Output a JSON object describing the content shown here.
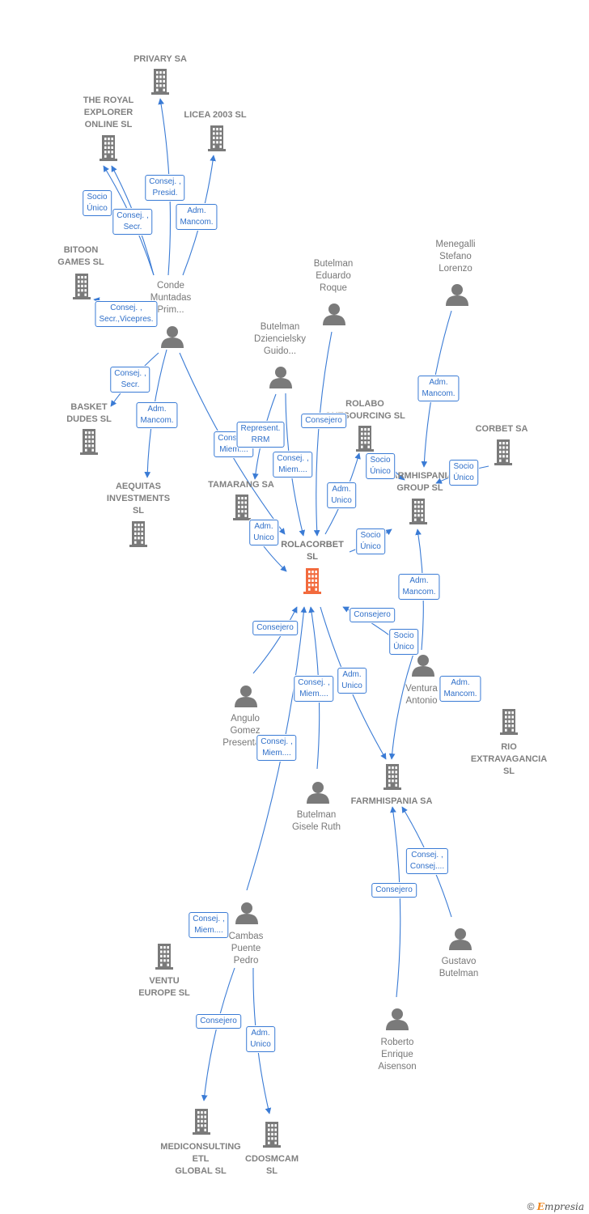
{
  "nodes": [
    {
      "id": "privary",
      "type": "company",
      "label": "PRIVARY SA"
    },
    {
      "id": "royal",
      "type": "company",
      "label": "THE ROYAL\nEXPLORER\nONLINE SL"
    },
    {
      "id": "licea",
      "type": "company",
      "label": "LICEA 2003 SL"
    },
    {
      "id": "bitoon",
      "type": "company",
      "label": "BITOON\nGAMES  SL"
    },
    {
      "id": "conde",
      "type": "person",
      "label": "Conde\nMuntadas\nPrim..."
    },
    {
      "id": "basket",
      "type": "company",
      "label": "BASKET\nDUDES SL"
    },
    {
      "id": "aequitas",
      "type": "company",
      "label": "AEQUITAS\nINVESTMENTS\nSL"
    },
    {
      "id": "dzien",
      "type": "person",
      "label": "Butelman\nDziencielsky\nGuido..."
    },
    {
      "id": "eduardo",
      "type": "person",
      "label": "Butelman\nEduardo\nRoque"
    },
    {
      "id": "menegalli",
      "type": "person",
      "label": "Menegalli\nStefano\nLorenzo"
    },
    {
      "id": "rolabo",
      "type": "company",
      "label": "ROLABO\nOUTSOURCING SL"
    },
    {
      "id": "corbet",
      "type": "company",
      "label": "CORBET SA"
    },
    {
      "id": "farmgroup",
      "type": "company",
      "label": "FARMHISPANIA\nGROUP  SL"
    },
    {
      "id": "tamarang",
      "type": "company",
      "label": "TAMARANG SA"
    },
    {
      "id": "rolacorbet",
      "type": "company-main",
      "label": "ROLACORBET\nSL"
    },
    {
      "id": "ventura",
      "type": "person",
      "label": "Ventura\nAntonio"
    },
    {
      "id": "angulo",
      "type": "person",
      "label": "Angulo\nGomez\nPresenta..."
    },
    {
      "id": "rio",
      "type": "company",
      "label": "RIO\nEXTRAVAGANCIA\nSL"
    },
    {
      "id": "gisele",
      "type": "person",
      "label": "Butelman\nGisele Ruth"
    },
    {
      "id": "farmsa",
      "type": "company",
      "label": "FARMHISPANIA SA"
    },
    {
      "id": "gustavo",
      "type": "person",
      "label": "Gustavo\nButelman"
    },
    {
      "id": "cambas",
      "type": "person",
      "label": "Cambas\nPuente\nPedro"
    },
    {
      "id": "ventu",
      "type": "company",
      "label": "VENTU\nEUROPE  SL"
    },
    {
      "id": "roberto",
      "type": "person",
      "label": "Roberto\nEnrique\nAisenson"
    },
    {
      "id": "mediconsulting",
      "type": "company",
      "label": "MEDICONSULTING\nETL\nGLOBAL  SL"
    },
    {
      "id": "cdosmcam",
      "type": "company",
      "label": "CDOSMCAM\nSL"
    }
  ],
  "edges": [
    {
      "from": "conde",
      "to": "privary",
      "label": "Consej. ,\nPresid."
    },
    {
      "from": "conde",
      "to": "royal",
      "label": "Socio\nÚnico"
    },
    {
      "from": "conde",
      "to": "royal",
      "label": "Consej. ,\nSecr."
    },
    {
      "from": "conde",
      "to": "licea",
      "label": "Adm.\nMancom."
    },
    {
      "from": "conde",
      "to": "bitoon",
      "label": "Consej. ,\nSecr.,Vicepres."
    },
    {
      "from": "conde",
      "to": "basket",
      "label": "Consej. ,\nSecr."
    },
    {
      "from": "conde",
      "to": "aequitas",
      "label": "Adm.\nMancom."
    },
    {
      "from": "conde",
      "to": "rolacorbet",
      "label": "Consej. ,\nMiem...."
    },
    {
      "from": "dzien",
      "to": "tamarang",
      "label": "Represent.\nRRM"
    },
    {
      "from": "dzien",
      "to": "rolacorbet",
      "label": "Consej. ,\nMiem...."
    },
    {
      "from": "eduardo",
      "to": "rolacorbet",
      "label": "Consejero"
    },
    {
      "from": "menegalli",
      "to": "farmgroup",
      "label": "Adm.\nMancom."
    },
    {
      "from": "rolacorbet",
      "to": "rolabo",
      "label": "Adm.\nUnico"
    },
    {
      "from": "rolabo",
      "to": "farmgroup",
      "label": "Socio\nÚnico"
    },
    {
      "from": "corbet",
      "to": "farmgroup",
      "label": "Socio\nÚnico"
    },
    {
      "from": "rolacorbet",
      "to": "farmgroup",
      "label": "Socio\nÚnico"
    },
    {
      "from": "tamarang",
      "to": "rolacorbet",
      "label": "Adm.\nUnico"
    },
    {
      "from": "ventura",
      "to": "farmgroup",
      "label": "Adm.\nMancom."
    },
    {
      "from": "ventura",
      "to": "rolacorbet",
      "label": "Consejero"
    },
    {
      "from": "ventura",
      "to": "farmsa",
      "label": "Socio\nÚnico"
    },
    {
      "from": "ventura",
      "to": "rio",
      "label": "Adm.\nMancom."
    },
    {
      "from": "angulo",
      "to": "rolacorbet",
      "label": "Consejero"
    },
    {
      "from": "gisele",
      "to": "rolacorbet",
      "label": "Consej. ,\nMiem...."
    },
    {
      "from": "rolacorbet",
      "to": "farmsa",
      "label": "Adm.\nUnico"
    },
    {
      "from": "cambas",
      "to": "rolacorbet",
      "label": "Consej. ,\nMiem...."
    },
    {
      "from": "gustavo",
      "to": "farmsa",
      "label": "Consej. ,\nConsej...."
    },
    {
      "from": "roberto",
      "to": "farmsa",
      "label": "Consejero"
    },
    {
      "from": "cambas",
      "to": "ventu",
      "label": "Consej. ,\nMiem...."
    },
    {
      "from": "cambas",
      "to": "mediconsulting",
      "label": "Consejero"
    },
    {
      "from": "cambas",
      "to": "cdosmcam",
      "label": "Adm.\nUnico"
    }
  ],
  "colors": {
    "edge": "#3a7bd5",
    "icon": "#7a7a7a",
    "main": "#f26a3d",
    "text": "#808080"
  },
  "footer": {
    "symbol": "©",
    "brand_first": "E",
    "brand_rest": "mpresia"
  }
}
